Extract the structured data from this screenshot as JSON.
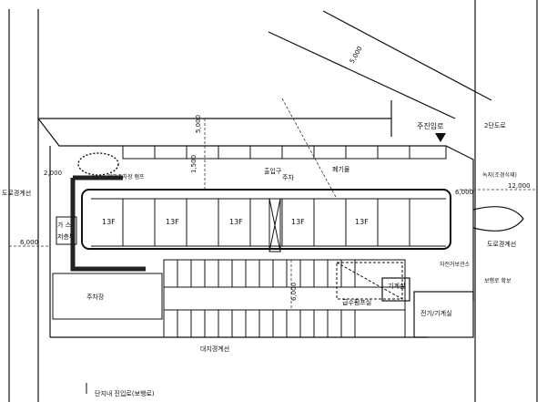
{
  "labels": {
    "dim_5000_top": "5,000",
    "dim_5000_diag": "5,000",
    "dim_1500": "1,500",
    "dim_2000": "2,000",
    "dim_6000": "6,000",
    "dim_6000_left": "6,000",
    "dim_6000_right": "6,000",
    "dim_12000": "12,000",
    "main_entrance": "주진입로",
    "road_name_right": "2단도로",
    "gate": "출입구",
    "road_boundary_left": "도로경계선",
    "gas": "가 스",
    "low_bldg": "저층부",
    "car_park": "주차",
    "floors": [
      "13F",
      "13F",
      "13F",
      "13F",
      "13F"
    ],
    "waste": "폐기물",
    "mech_room": "기계실",
    "road_boundary_right": "도로경계선",
    "lower_road": "대지경계선",
    "parking_label": "주차장",
    "legend_note": "단지내 진입로(보행로)",
    "pump": "급수펌프실",
    "elec": "전기/기계실",
    "ramp": "지하주차장 램프",
    "landscape_note": "녹지(조경식재)",
    "bike_note": "자전거보관소",
    "walk_note": "보행로 확보"
  }
}
